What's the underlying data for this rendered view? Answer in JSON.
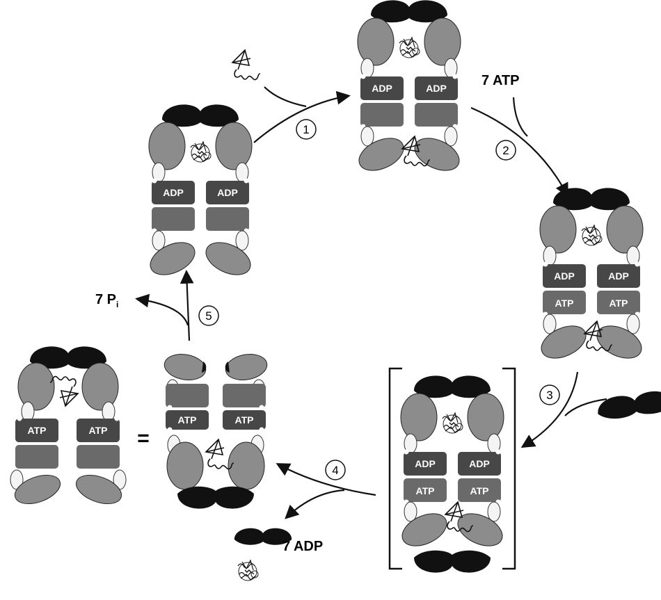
{
  "steps": [
    "1",
    "2",
    "3",
    "4",
    "5"
  ],
  "labels": {
    "atp_in": "7 ATP",
    "pi_count": "7 P",
    "pi_sub": "i",
    "adp_out": "7 ADP",
    "equals": "="
  },
  "ring_labels": {
    "adp": "ADP",
    "atp": "ATP"
  },
  "colors": {
    "cap": "#111111",
    "apical": "#8c8c8c",
    "equatorial": "#474747",
    "middle": "#6a6a6a",
    "hinge": "#f4f4f4",
    "outline": "#222222"
  }
}
